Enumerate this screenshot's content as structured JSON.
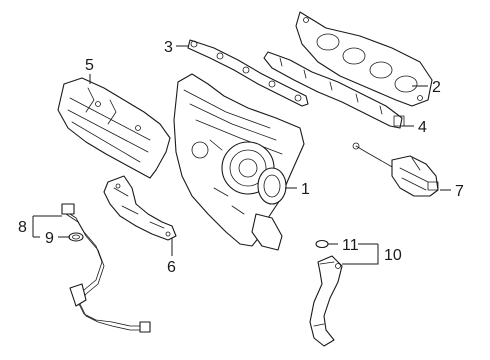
{
  "diagram": {
    "callouts": [
      "1",
      "2",
      "3",
      "4",
      "5",
      "6",
      "7",
      "8",
      "9",
      "10",
      "11"
    ]
  },
  "colors": {
    "line": "#1a1a1a",
    "background": "#ffffff"
  }
}
